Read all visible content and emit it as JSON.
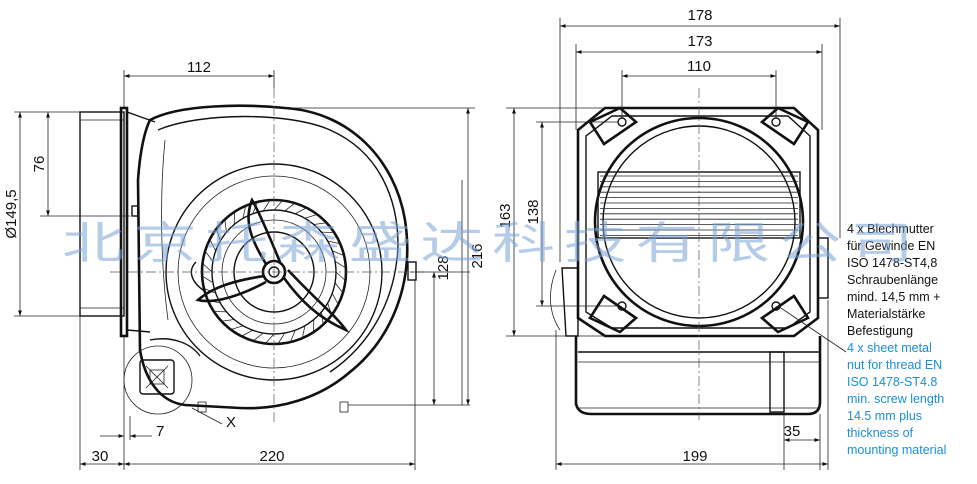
{
  "dimensions": {
    "left_view": {
      "d_width_112": "112",
      "d_height_76": "76",
      "d_diameter": "Ø149,5",
      "d_height_128": "128",
      "d_height_216": "216",
      "d_offset_7": "7",
      "d_offset_30": "30",
      "d_width_220": "220",
      "detail_label": "X"
    },
    "right_view": {
      "d_width_178": "178",
      "d_width_173": "173",
      "d_width_110": "110",
      "d_height_163": "163",
      "d_height_138": "138",
      "d_depth_35": "35",
      "d_depth_199": "199"
    }
  },
  "notes": {
    "german": [
      "4 x Blechmutter",
      "für Gewinde EN",
      "ISO 1478-ST4,8",
      "Schraubenlänge",
      "mind. 14,5 mm +",
      "Materialstärke",
      "Befestigung"
    ],
    "english": [
      "4 x sheet metal",
      "nut for thread EN",
      "ISO 1478-ST4.8",
      "min. screw length",
      "14.5 mm plus",
      "thickness of",
      "mounting material"
    ]
  },
  "watermark": "北京托森盛达科技有限公司",
  "colors": {
    "line": "#111111",
    "note_blue": "#1a8fd6",
    "watermark": "#7aa3d8"
  }
}
